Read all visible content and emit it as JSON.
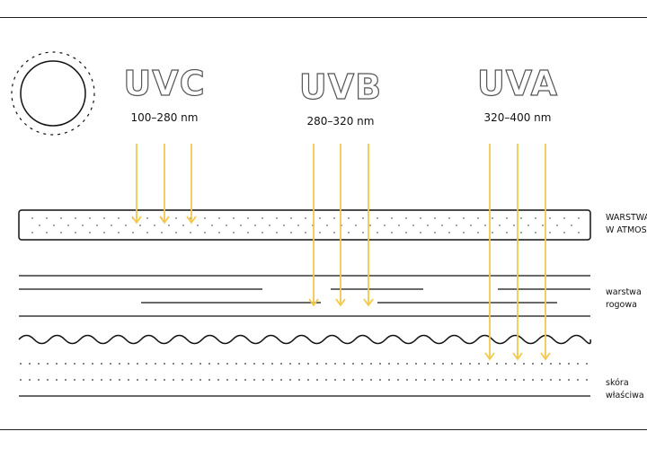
{
  "bands": [
    {
      "name": "UVC",
      "range": "100–280 nm"
    },
    {
      "name": "UVB",
      "range": "280–320 nm"
    },
    {
      "name": "UVA",
      "range": "320–400 nm"
    }
  ],
  "layers": {
    "ozone": {
      "line1": "WARSTWA OZONOWA",
      "line2": "W ATMOSFERZE"
    },
    "stratum_corneum": {
      "line1": "warstwa",
      "line2": "rogowa"
    },
    "dermis": {
      "line1": "skóra",
      "line2": "właściwa"
    }
  },
  "colors": {
    "arrow": "#F2C94C",
    "stroke": "#111111",
    "title_outline": "#555555"
  },
  "icons": {
    "sun": "sun-icon"
  }
}
